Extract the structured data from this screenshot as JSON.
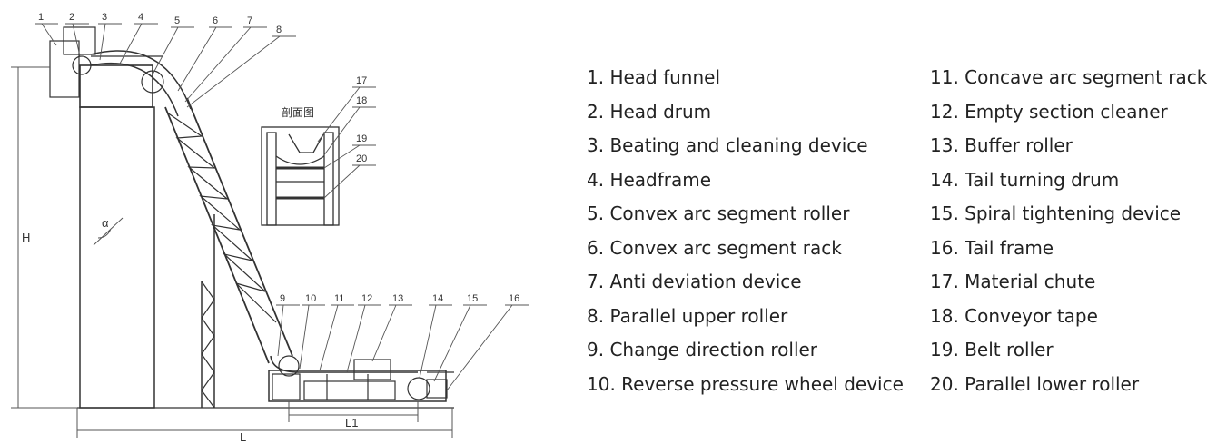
{
  "drawing": {
    "callouts": [
      "1",
      "2",
      "3",
      "4",
      "5",
      "6",
      "7",
      "8",
      "9",
      "10",
      "11",
      "12",
      "13",
      "14",
      "15",
      "16",
      "17",
      "18",
      "19",
      "20"
    ],
    "section_label": "剖面图",
    "dimensions": {
      "height": "H",
      "length": "L",
      "tail_length": "L1",
      "angle": "α"
    }
  },
  "legend": {
    "left": [
      "1. Head funnel",
      "2. Head drum",
      "3. Beating and cleaning device",
      "4. Headframe",
      "5. Convex arc segment roller",
      "6. Convex arc segment rack",
      "7. Anti deviation device",
      "8. Parallel upper roller",
      "9. Change direction roller",
      "10. Reverse pressure wheel device"
    ],
    "right": [
      "11. Concave arc segment rack",
      "12. Empty section cleaner",
      "13. Buffer roller",
      "14. Tail turning drum",
      "15. Spiral tightening device",
      "16. Tail frame",
      "17. Material chute",
      "18. Conveyor tape",
      "19. Belt roller",
      "20. Parallel lower roller"
    ]
  }
}
